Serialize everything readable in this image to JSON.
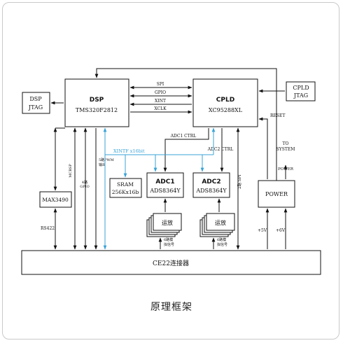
{
  "caption": "原理框架",
  "blocks": {
    "dsp": {
      "title": "DSP",
      "part": "TMS320F2812"
    },
    "cpld": {
      "title": "CPLD",
      "part": "XC95288XL"
    },
    "dsp_jtag": {
      "line1": "DSP",
      "line2": "JTAG"
    },
    "cpld_jtag": {
      "line1": "CPLD",
      "line2": "JTAG"
    },
    "max3490": {
      "label": "MAX3490"
    },
    "sram": {
      "line1": "SRAM",
      "line2": "256Kx16b"
    },
    "adc1": {
      "title": "ADC1",
      "part": "ADS8364Y"
    },
    "adc2": {
      "title": "ADC2",
      "part": "ADS8364Y"
    },
    "amp1": {
      "label": "运放"
    },
    "amp2": {
      "label": "运放"
    },
    "power": {
      "label": "POWER"
    },
    "connector": {
      "label": "CE22连接器"
    }
  },
  "signals": {
    "spi": "SPI",
    "gpio": "GPIO",
    "xint": "XINT",
    "xclk": "XCLK",
    "adc1_ctrl": "ADC1 CTRL",
    "adc2_ctrl": "ADC2 CTRL",
    "xintf": "XINTF x16bit",
    "reset": "RESET",
    "to_system_1": "TO",
    "to_system_2": "SYSTEM",
    "power_out": "POWER",
    "mcbsp": "MCBSP",
    "gpio4_1": "4路",
    "gpio4_2": "GPIO",
    "pwm_1": "5路PWM",
    "pwm_2": "输出",
    "spi2": "2路 SPI",
    "rs422": "RS422",
    "analog1_1": "6路模",
    "analog1_2": "拟信号",
    "analog2_1": "6路模",
    "analog2_2": "拟信号",
    "v5": "+5V",
    "v6": "+6V"
  },
  "colors": {
    "line": "#111111",
    "bus": "#3aa3d6",
    "frame": "#c9c9c9"
  }
}
